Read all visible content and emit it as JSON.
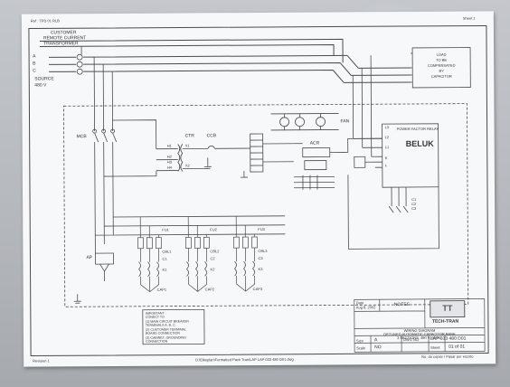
{
  "sheet": {
    "ref_text": "Ref : TPD 01 RLB",
    "sheet_no": "Sheet 1",
    "revision": "Revision 1",
    "filepath": "D:\\Elkeplan\\Formatted Pack Tran\\LAP LAP 033 480 D01.dwg"
  },
  "labels": {
    "customer_ct": "CUSTOMER",
    "customer_ct2": "REMOTE CURRENT",
    "customer_ct3": "TRANSFORMER",
    "source": "SOURCE",
    "voltage": "480 V",
    "phase_a": "A",
    "phase_b": "B",
    "phase_c": "C",
    "load1": "LOAD",
    "load2": "TO BE",
    "load3": "COMPENSATED",
    "load4": "BY",
    "load5": "CAPACITOR",
    "mcb": "MCB",
    "ctr": "CTR",
    "ccb": "CCB",
    "fan": "FAN",
    "acr": "ACR",
    "h1": "H1",
    "h2": "H2",
    "h3": "H3",
    "h4": "H4",
    "x1": "X1",
    "x2": "X2",
    "ap": "AP"
  },
  "pfr": {
    "title": "POWER FACTOR RELAY",
    "brand": "BELUK",
    "l3": "L3",
    "l2": "L2",
    "l1": "L1",
    "k": "K",
    "l": "L",
    "c1": "C1",
    "c2": "C2",
    "c3": "C3"
  },
  "stages": [
    {
      "fu": "FU1",
      "cbl": "CBL1",
      "c": "C1",
      "k": "K1",
      "cap": "CAP1"
    },
    {
      "fu": "FU2",
      "cbl": "CBL2",
      "c": "C2",
      "k": "K2",
      "cap": "CAP2"
    },
    {
      "fu": "FU3",
      "cbl": "CBL3",
      "c": "C3",
      "k": "K3",
      "cap": "CAP3"
    }
  ],
  "important": {
    "title": "IMPORTANT :",
    "line1": "CONECT TO",
    "line2": "(1) MAIN CIRCUIT BREAKER",
    "line3": "TERMINALS A, B, C.",
    "line4": "(2) CUSTOMER TERMINAL",
    "line5": "BOARD CONNECTION",
    "line6": "(3) CABINET, GROUNDING",
    "line7": "CONNECTION"
  },
  "title_block": {
    "date_label": "Date",
    "date": "Aug 8, 2002",
    "notes_label": "NOTES",
    "logo_text": "TT",
    "company": "TECH-TRAN",
    "desc1": "WIRING DIAGRAM",
    "desc2": "DETUNED AUTOMATIC CAPACITOR BANK",
    "desc3": "3 SECTIONS, 480 V, 60 Hz.",
    "size_label": "Size",
    "size": "A",
    "dwg_label": "DWG NO",
    "dwg_no": "LAP 033 480 D01",
    "scale_label": "Scale",
    "scale": "NO",
    "sheet_label": "Sheet",
    "sheet_of": "01 of 01",
    "bottom_line": "No. do copiar / Pasar por escrito"
  }
}
